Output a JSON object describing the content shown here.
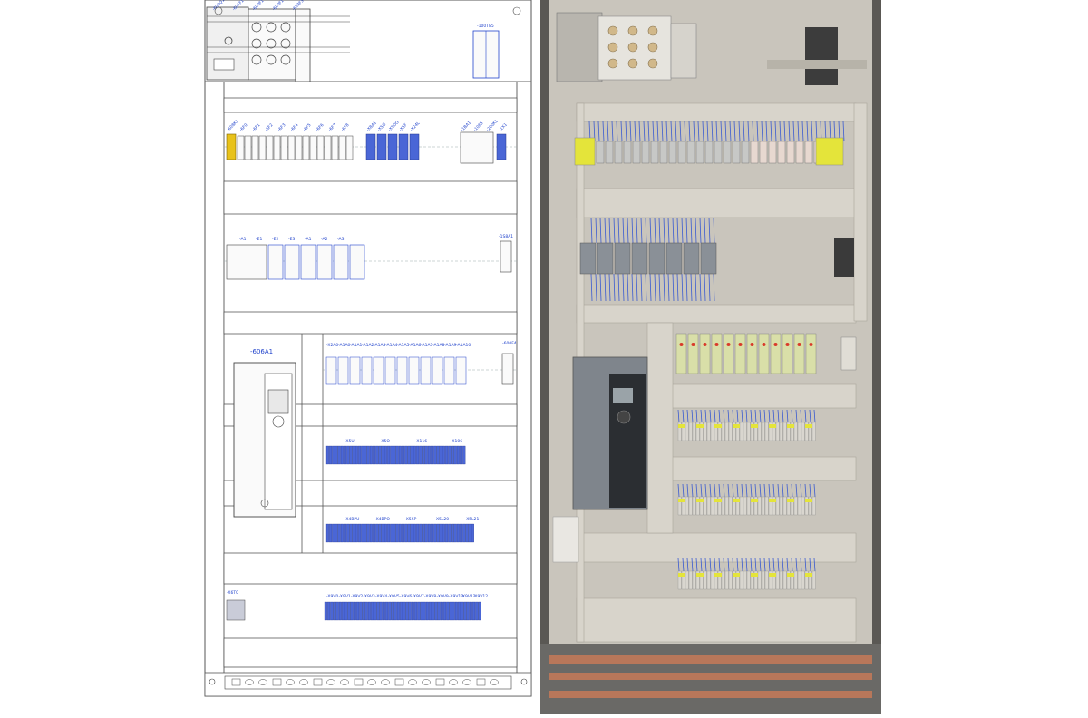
{
  "drawing": {
    "top_left_labels": [
      "-600Q1",
      "-601F1",
      "-600F1",
      "-600F1",
      "-603F3"
    ],
    "top_right_label": "-100T85",
    "rail1": {
      "left_labels": [
        "-608K1",
        "-6F0",
        "-6F1",
        "-6F2",
        "-6F3",
        "-6F4",
        "-6F5",
        "-6F6",
        "-6F7",
        "-6F8"
      ],
      "mid_labels": [
        "-X8A1",
        "-X5G",
        "-X5DG",
        "-X5F",
        "-X24L"
      ],
      "right_labels": [
        "-1BA1",
        "-10F5",
        "-200K1",
        "-1X1"
      ]
    },
    "rail2": {
      "labels": [
        "-A1",
        "-E1",
        "-E2",
        "-E3",
        "-A1",
        "-A2",
        "-A3"
      ],
      "right_label": "-1S8A1"
    },
    "vfd": {
      "label": "-606A1"
    },
    "relay_row": {
      "labels": [
        "-X2A0",
        "-A1A0",
        "-A1A1",
        "-A1A2",
        "-A1A3",
        "-A1A4",
        "-A1A5",
        "-A1A6",
        "-A1A7",
        "-A1A8",
        "-A1A9",
        "-A1A10"
      ],
      "right_label": "-600F4"
    },
    "terminal_row1": {
      "labels": [
        "-X5U",
        "-X5O",
        "-X116",
        "-X106"
      ]
    },
    "terminal_row2": {
      "labels": [
        "-X4BPU",
        "-X4BPO",
        "-X5SP",
        "-X5L20",
        "-X5L21"
      ]
    },
    "bottom_row": {
      "left_label": "-X6T0",
      "labels": [
        "-X9V0",
        "-X9V1",
        "-X9V2",
        "-X9V3",
        "-X9V4",
        "-X9V5",
        "-X9V6",
        "-X9V7",
        "-X9V8",
        "-X9V9",
        "-X9V10",
        "-X9V11",
        "-X9V12"
      ]
    }
  },
  "photo": {
    "description_colors": {
      "cabinet": "#c9c5bc",
      "duct": "#d8d4cb",
      "vfd_body": "#7f858c",
      "wire": "#3b5bd0",
      "terminal_yellow": "#e4e43a",
      "copper": "#b8775a"
    }
  }
}
